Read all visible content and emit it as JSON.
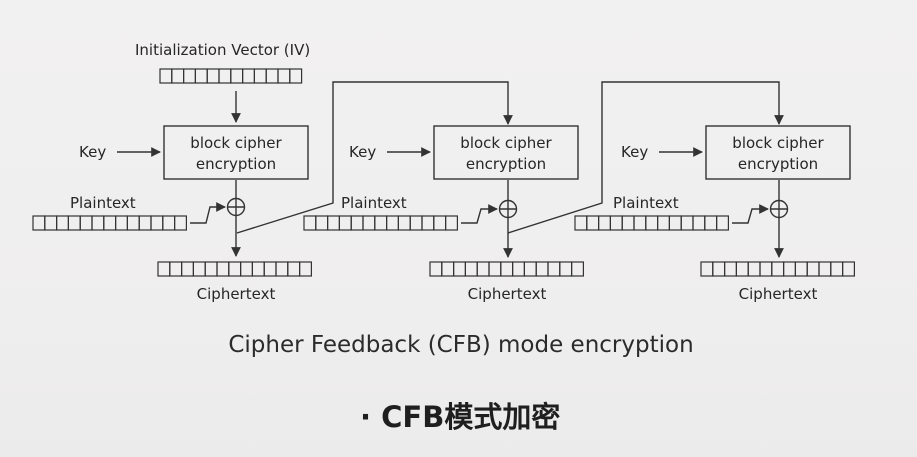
{
  "diagram": {
    "iv_label": "Initialization Vector (IV)",
    "key_label": "Key",
    "plaintext_label": "Plaintext",
    "ciphertext_label": "Ciphertext",
    "block_line1": "block cipher",
    "block_line2": "encryption",
    "caption": "Cipher Feedback (CFB) mode encryption"
  },
  "footer": {
    "bullet": "·",
    "title": "CFB模式加密"
  }
}
